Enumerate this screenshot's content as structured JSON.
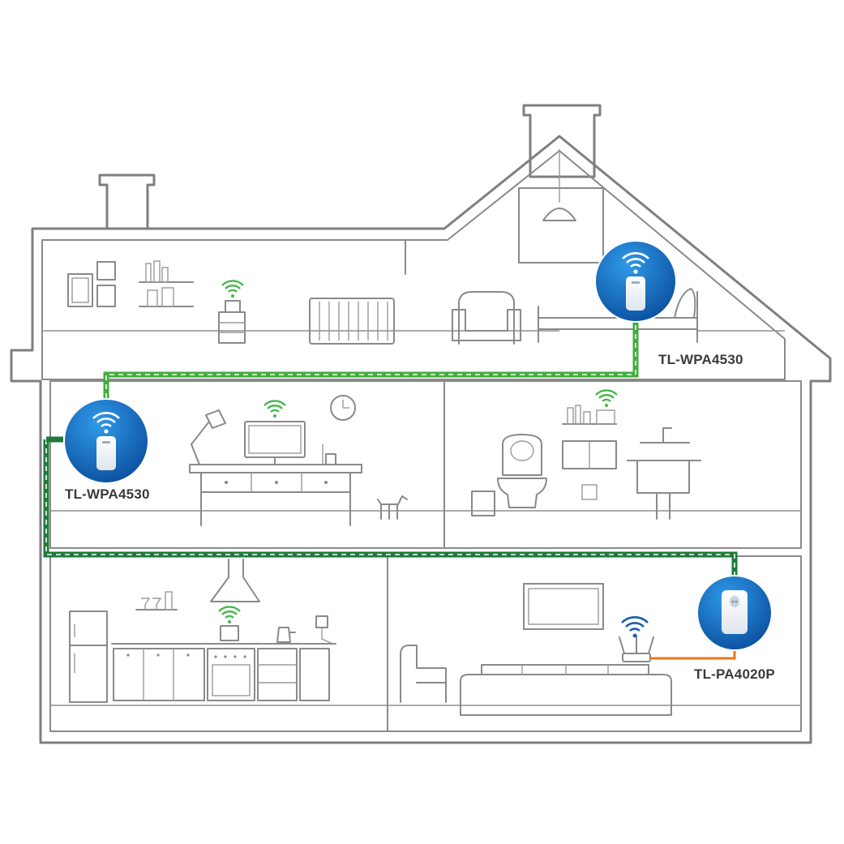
{
  "devices": [
    {
      "id": "attic",
      "model": "TL-WPA4530"
    },
    {
      "id": "office",
      "model": "TL-WPA4530"
    },
    {
      "id": "living",
      "model": "TL-PA4020P"
    }
  ],
  "icons": {
    "wifi_green": "wifi-signal-icon",
    "wifi_blue": "wifi-signal-icon"
  },
  "colors": {
    "house_outline": "#7f7f7f",
    "powerline_green": "#3fae3a",
    "powerline_dark": "#1f7a3a",
    "ethernet_orange": "#e8771b",
    "badge_blue": "#1670c4",
    "wifi_green": "#45b649",
    "wifi_blue": "#1a5fb0"
  }
}
